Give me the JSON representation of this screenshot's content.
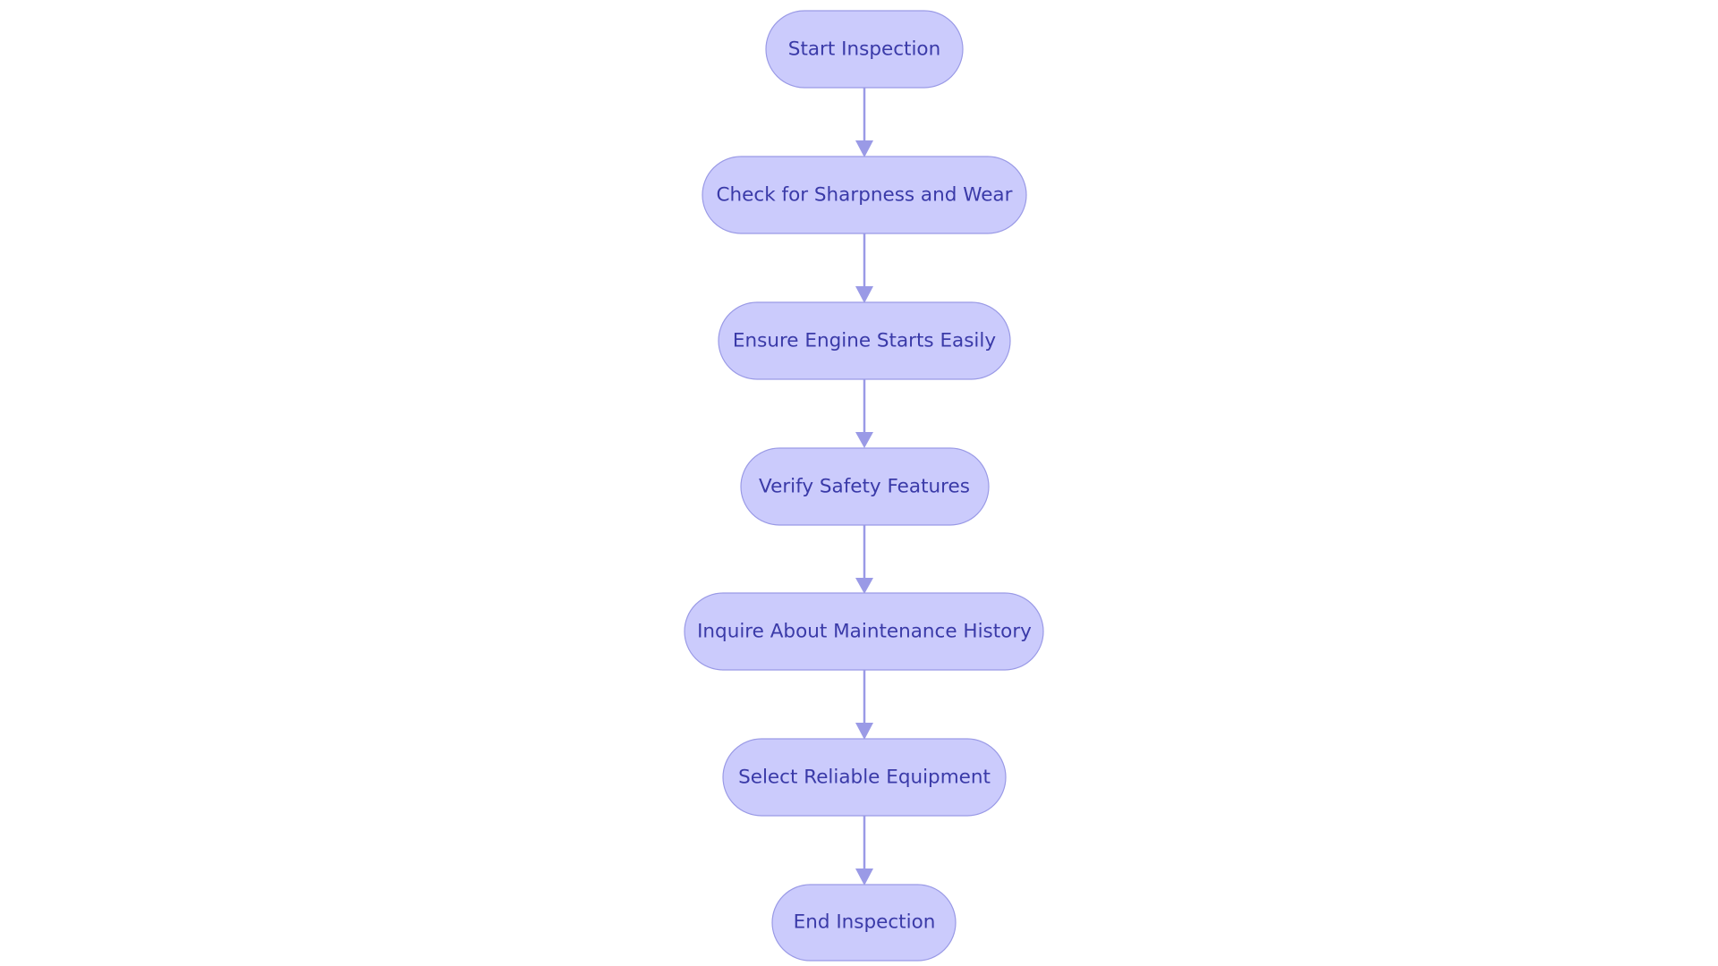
{
  "flowchart": {
    "nodes": [
      {
        "id": "start",
        "label": "Start Inspection"
      },
      {
        "id": "sharpness",
        "label": "Check for Sharpness and Wear"
      },
      {
        "id": "engine",
        "label": "Ensure Engine Starts Easily"
      },
      {
        "id": "safety",
        "label": "Verify Safety Features"
      },
      {
        "id": "maintenance",
        "label": "Inquire About Maintenance History"
      },
      {
        "id": "select",
        "label": "Select Reliable Equipment"
      },
      {
        "id": "end",
        "label": "End Inspection"
      }
    ],
    "edges": [
      {
        "from": "start",
        "to": "sharpness"
      },
      {
        "from": "sharpness",
        "to": "engine"
      },
      {
        "from": "engine",
        "to": "safety"
      },
      {
        "from": "safety",
        "to": "maintenance"
      },
      {
        "from": "maintenance",
        "to": "select"
      },
      {
        "from": "select",
        "to": "end"
      }
    ],
    "colors": {
      "node_fill": "#cbcbfc",
      "node_stroke": "#9a9ae6",
      "text": "#3a3aa8",
      "edge": "#9a9ae6"
    }
  }
}
